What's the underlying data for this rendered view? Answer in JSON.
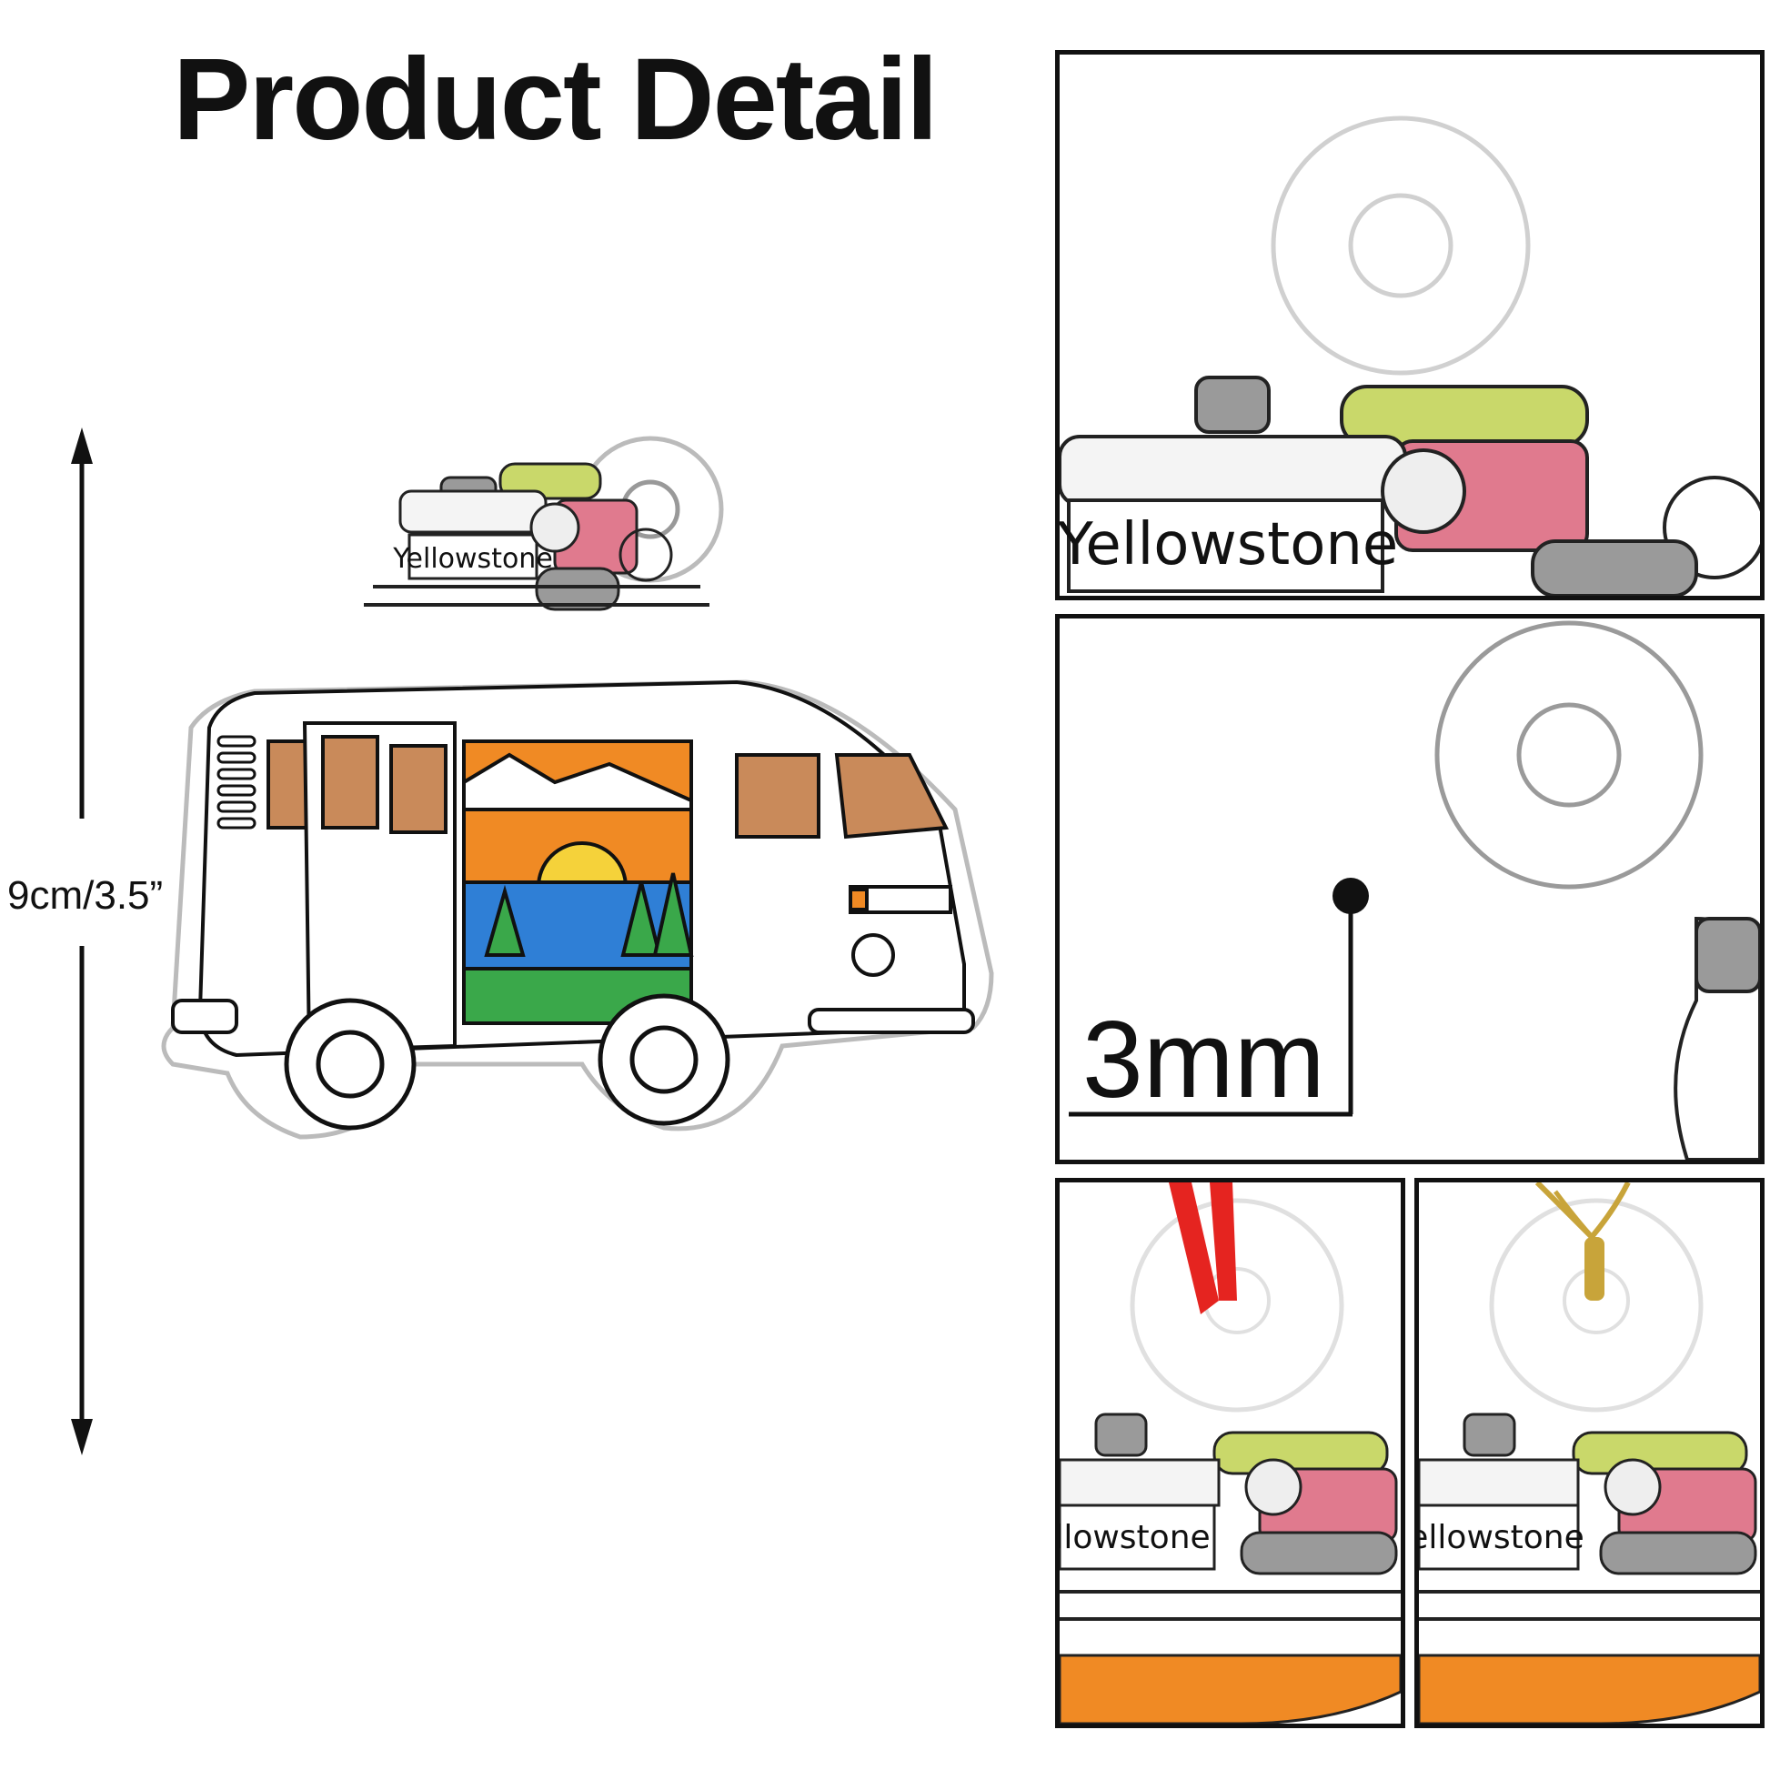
{
  "header": {
    "title": "Product Detail"
  },
  "dimension": {
    "label": "9cm/3.5”"
  },
  "ornament": {
    "sign_text": "Yellowstone",
    "colors": {
      "orange": "#f08a24",
      "sun": "#f5d23a",
      "water": "#2f7fd6",
      "grass": "#3aa84a",
      "window": "#c98a5a",
      "pack_green": "#c9d86a",
      "pack_pink": "#e07a8e",
      "pack_gray": "#9a9a9a"
    }
  },
  "panels": {
    "top": {
      "sign_text": "Yellowstone"
    },
    "thickness": {
      "label": "3mm"
    },
    "ribbon": {
      "sign_text": "llowstone",
      "ribbon_color": "#e52420"
    },
    "cord": {
      "sign_text": "ellowstone",
      "cord_color": "#c8a43a"
    }
  }
}
